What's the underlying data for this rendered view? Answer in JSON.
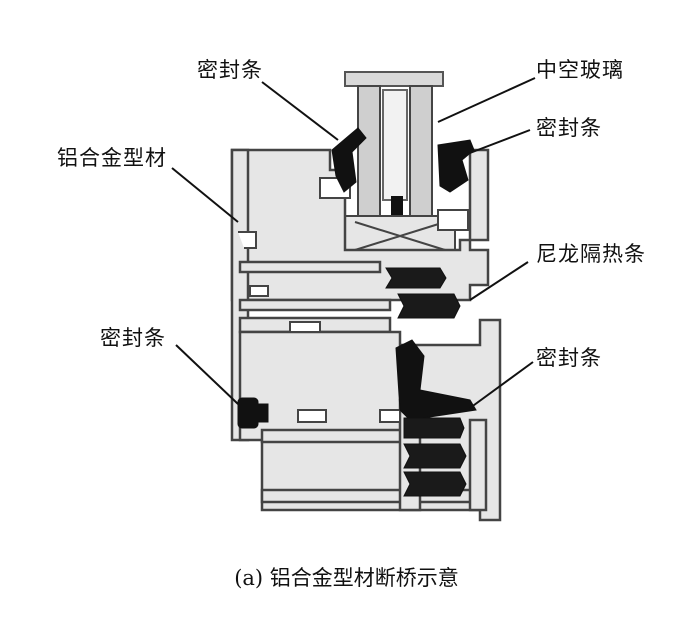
{
  "labels": {
    "seal_top_left": "密封条",
    "insulating_glass": "中空玻璃",
    "seal_top_right": "密封条",
    "aluminum_profile": "铝合金型材",
    "nylon_strip": "尼龙隔热条",
    "seal_bottom_left": "密封条",
    "seal_bottom_right": "密封条"
  },
  "caption": "(a) 铝合金型材断桥示意",
  "colors": {
    "metal_fill": "#e6e6e6",
    "metal_stroke": "#444444",
    "seal": "#111111",
    "glass": "#cfcfcf"
  }
}
